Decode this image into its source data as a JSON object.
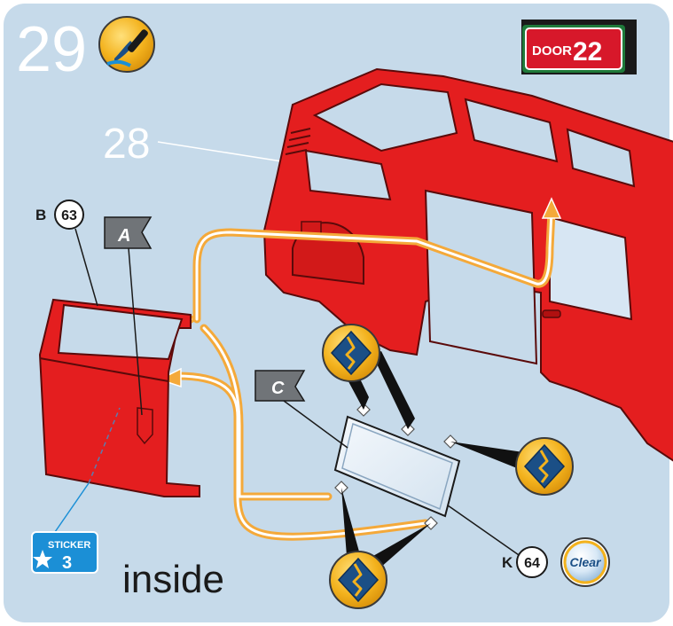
{
  "step": {
    "number": "29",
    "reference_step": "28"
  },
  "door_badge": {
    "word": "DOOR",
    "number": "22"
  },
  "parts": {
    "door": {
      "letter": "B",
      "number": "63"
    },
    "window": {
      "letter": "K",
      "number": "64"
    }
  },
  "flags": {
    "flag_a": "A",
    "flag_c": "C"
  },
  "sticker": {
    "label": "STICKER",
    "number": "3"
  },
  "paint_badge": {
    "label": "Clear"
  },
  "caption": "inside",
  "colors": {
    "panel_bg": "#c6daea",
    "van_red": "#e41e1f",
    "assembly_line": "#f4a93a",
    "badge_red": "#d7182a",
    "sticker_blue": "#1b8fd6",
    "icon_gold": "#f3b21d",
    "icon_blue": "#1b4f86"
  },
  "icons": [
    "paint-brush-icon",
    "glue-icon",
    "sticker-star-icon",
    "clear-paint-icon"
  ]
}
